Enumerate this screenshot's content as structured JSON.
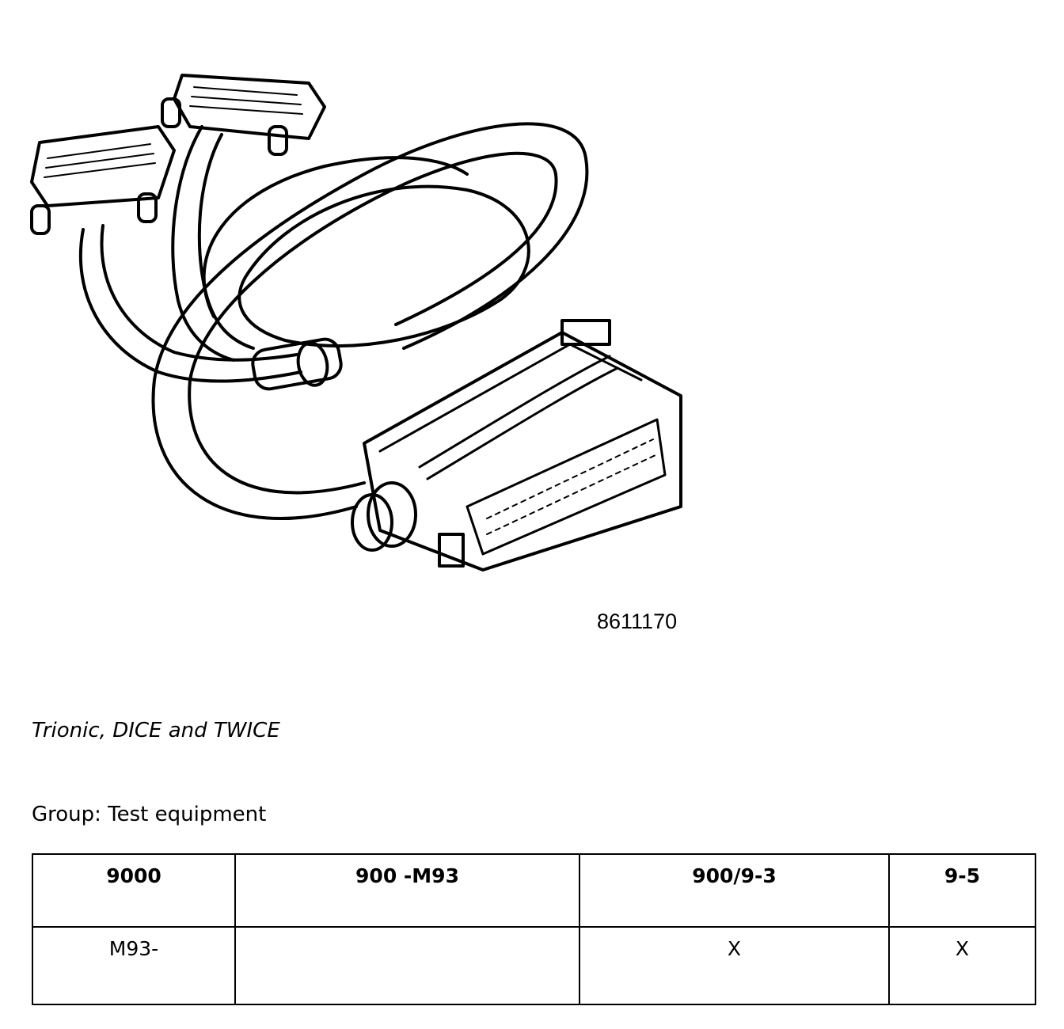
{
  "document": {
    "part_number": "8611170",
    "subtitle": "Trionic, DICE and TWICE",
    "group_line": "Group: Test equipment"
  },
  "illustration": {
    "subject": "cable-harness-with-connectors",
    "line_color": "#000000",
    "background_color": "#ffffff"
  },
  "table": {
    "headers": [
      "9000",
      "900 -M93",
      "900/9-3",
      "9-5"
    ],
    "rows": [
      [
        "M93-",
        "",
        "X",
        "X"
      ]
    ]
  }
}
